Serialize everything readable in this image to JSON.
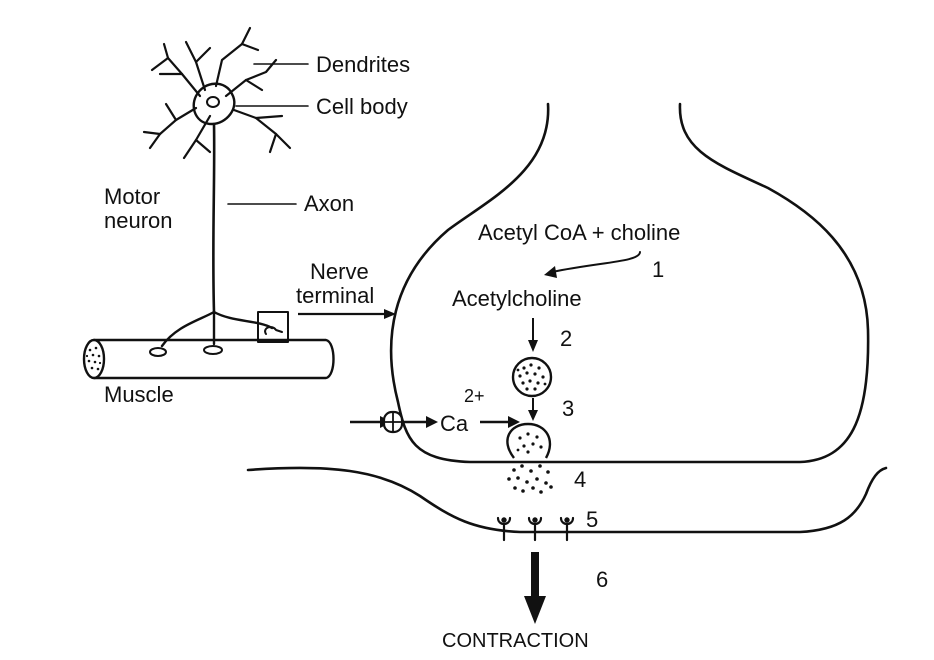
{
  "labels": {
    "dendrites": "Dendrites",
    "cell_body": "Cell body",
    "motor": "Motor",
    "neuron": "neuron",
    "axon": "Axon",
    "nerve": "Nerve",
    "terminal": "terminal",
    "muscle": "Muscle",
    "acetyl_coa": "Acetyl CoA + choline",
    "acetylcholine": "Acetylcholine",
    "calcium": "Ca",
    "calcium_charge": "2+",
    "contraction": "CONTRACTION"
  },
  "steps": [
    "1",
    "2",
    "3",
    "4",
    "5",
    "6"
  ]
}
